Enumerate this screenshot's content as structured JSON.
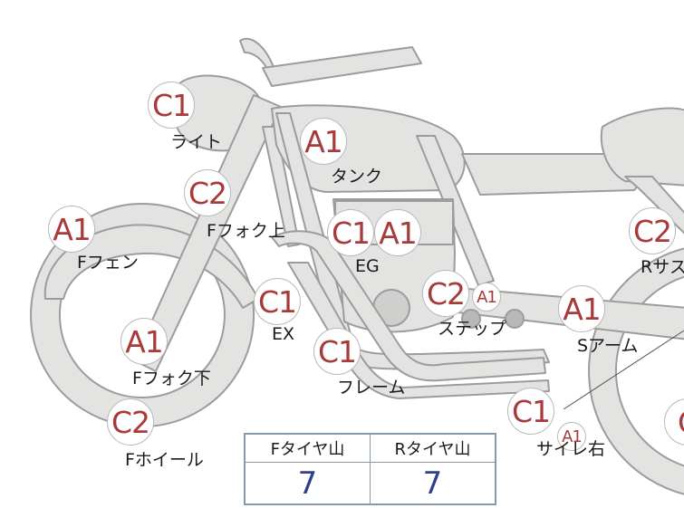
{
  "colors": {
    "bike_fill": "#e3e4e2",
    "bike_stroke": "#9c9c9c",
    "badge_text": "#a83a3a",
    "tire_value": "#2e3f8c"
  },
  "parts": [
    {
      "id": "light",
      "label": "ライト",
      "grades": [
        "C1"
      ]
    },
    {
      "id": "tank",
      "label": "タンク",
      "grades": [
        "A1"
      ]
    },
    {
      "id": "ffork-upper",
      "label": "Fフォク上",
      "grades": [
        "C2"
      ]
    },
    {
      "id": "ffender",
      "label": "Fフェン",
      "grades": [
        "A1"
      ]
    },
    {
      "id": "engine",
      "label": "EG",
      "grades": [
        "C1",
        "A1"
      ]
    },
    {
      "id": "exhaust",
      "label": "EX",
      "grades": [
        "C1"
      ]
    },
    {
      "id": "step",
      "label": "ステップ",
      "grades": [
        "C2",
        "A1"
      ]
    },
    {
      "id": "frame",
      "label": "フレーム",
      "grades": [
        "C1"
      ]
    },
    {
      "id": "ffork-lower",
      "label": "Fフォク下",
      "grades": [
        "A1"
      ]
    },
    {
      "id": "fwheel",
      "label": "Fホイール",
      "grades": [
        "C2"
      ]
    },
    {
      "id": "swingarm",
      "label": "Sアーム",
      "grades": [
        "A1"
      ]
    },
    {
      "id": "rsus",
      "label": "Rサス",
      "grades": [
        "C2"
      ]
    },
    {
      "id": "muffler-right",
      "label": "サイレ右",
      "grades": [
        "C1",
        "A1"
      ]
    },
    {
      "id": "rwheel",
      "label": "",
      "grades": [
        "C"
      ]
    }
  ],
  "tire_table": {
    "front_header": "Fタイヤ山",
    "rear_header": "Rタイヤ山",
    "front_value": "7",
    "rear_value": "7"
  }
}
